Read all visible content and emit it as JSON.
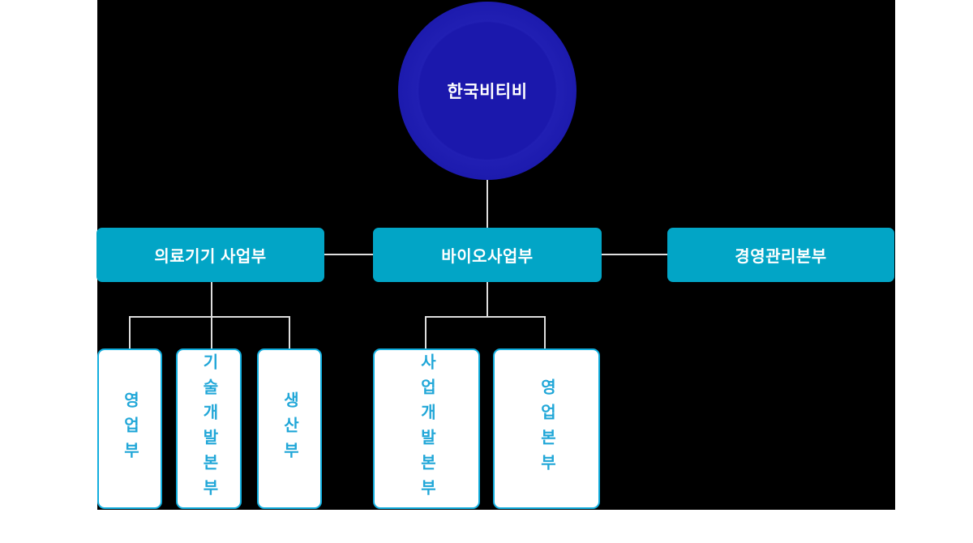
{
  "org_chart": {
    "root": {
      "label": "한국비티비"
    },
    "divisions": [
      {
        "label": "의료기기 사업부",
        "children": [
          {
            "label": "영업부"
          },
          {
            "label": "기술개발본부"
          },
          {
            "label": "생산부"
          }
        ]
      },
      {
        "label": "바이오사업부",
        "children": [
          {
            "label": "사업개발본부"
          },
          {
            "label": "영업본부"
          }
        ]
      },
      {
        "label": "경영관리본부",
        "children": []
      }
    ],
    "colors": {
      "page_background": "#ffffff",
      "panel_background": "#000000",
      "root_circle_fill": "#1714a6",
      "division_box_fill": "#02a5c6",
      "division_text": "#ffffff",
      "root_text": "#ffffff",
      "dept_box_fill": "#ffffff",
      "dept_box_border": "#12aede",
      "dept_text": "#21a7d8",
      "connector_line": "#dedede"
    }
  }
}
